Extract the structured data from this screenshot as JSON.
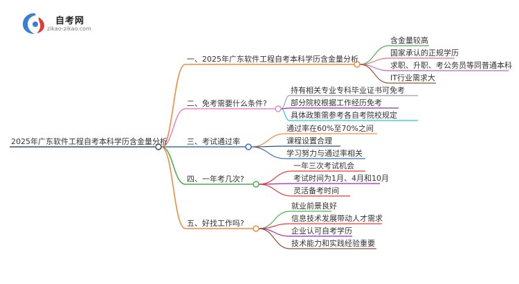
{
  "logo": {
    "name": "自考网",
    "url": "zikao-zikao.com"
  },
  "root": {
    "label": "2025年广东软件工程自考本科学历含金量分析",
    "color": "#2f4f6f"
  },
  "branches": [
    {
      "label": "一、2025年广东软件工程自考本科学历含金量分析",
      "color": "#f08a3c",
      "leaves": [
        {
          "label": "含金量较高",
          "color": "#4caf50"
        },
        {
          "label": "国家承认的正规学历",
          "color": "#e57373"
        },
        {
          "label": "求职、升职、考公务员等同普通本科",
          "color": "#ba68c8"
        },
        {
          "label": "IT行业需求大",
          "color": "#a0522d"
        }
      ]
    },
    {
      "label": "二、免考需要什么条件?",
      "color": "#e887c0",
      "leaves": [
        {
          "label": "持有相关专业专科毕业证书可免考",
          "color": "#9e9e9e"
        },
        {
          "label": "部分院校根据工作经历免考",
          "color": "#9c27b0"
        },
        {
          "label": "具体政策需参考各自考院校规定",
          "color": "#26c6da"
        }
      ]
    },
    {
      "label": "三、考试通过率",
      "color": "#3b6fb6",
      "leaves": [
        {
          "label": "通过率在60%至70%之间",
          "color": "#f08a3c"
        },
        {
          "label": "课程设置合理",
          "color": "#2f4f6f"
        },
        {
          "label": "学习努力与通过率相关",
          "color": "#3b6fb6"
        }
      ]
    },
    {
      "label": "四、一年考几次?",
      "color": "#4caf50",
      "leaves": [
        {
          "label": "一年三次考试机会",
          "color": "#e53935"
        },
        {
          "label": "考试时间为1月、4月和10月",
          "color": "#9c27b0"
        },
        {
          "label": "灵活备考时间",
          "color": "#e53935"
        }
      ]
    },
    {
      "label": "五、好找工作吗?",
      "color": "#f08a3c",
      "leaves": [
        {
          "label": "就业前景良好",
          "color": "#4caf50"
        },
        {
          "label": "信息技术发展带动人才需求",
          "color": "#e53935"
        },
        {
          "label": "企业认可自考学历",
          "color": "#9c27b0"
        },
        {
          "label": "技术能力和实践经验重要",
          "color": "#8d4a3a"
        }
      ]
    }
  ]
}
